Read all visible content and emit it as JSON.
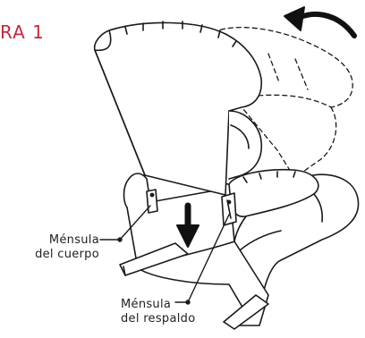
{
  "figure": {
    "label": "RA 1"
  },
  "callouts": {
    "body_bracket": {
      "line1": "Ménsula",
      "line2": "del cuerpo"
    },
    "back_bracket": {
      "line1": "Ménsula",
      "line2": "del respaldo"
    }
  },
  "colors": {
    "accent": "#c8283c",
    "ink": "#1a1a1a"
  },
  "icons": [
    "curved-arrow-icon",
    "down-arrow-icon"
  ]
}
